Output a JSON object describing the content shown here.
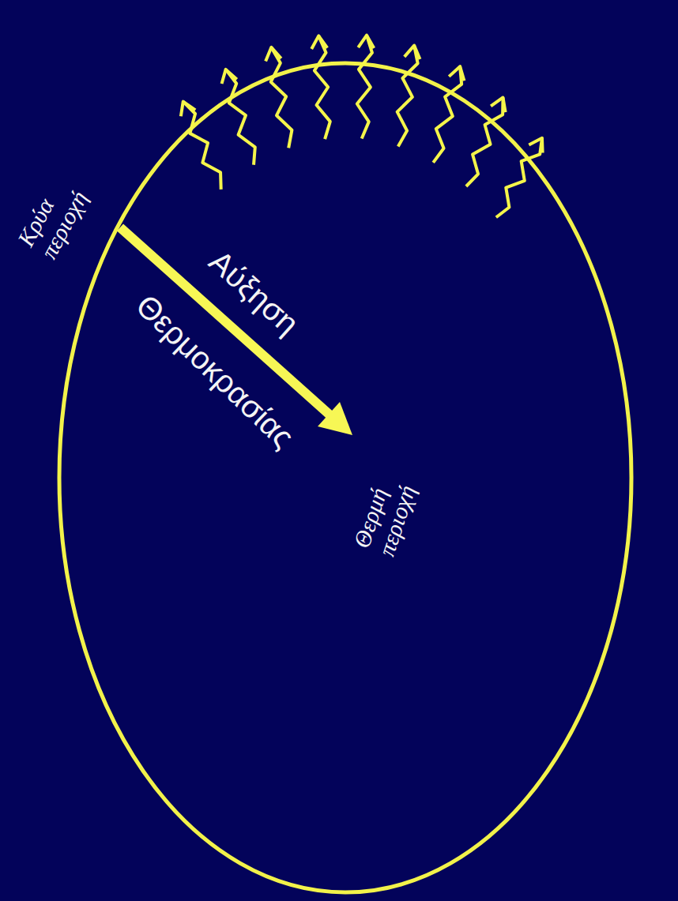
{
  "diagram": {
    "labels": [
      "Κρύα περιοχή",
      "Αύξηση",
      "Θερμοκρασίας",
      "Θερμή περιοχή"
    ]
  }
}
